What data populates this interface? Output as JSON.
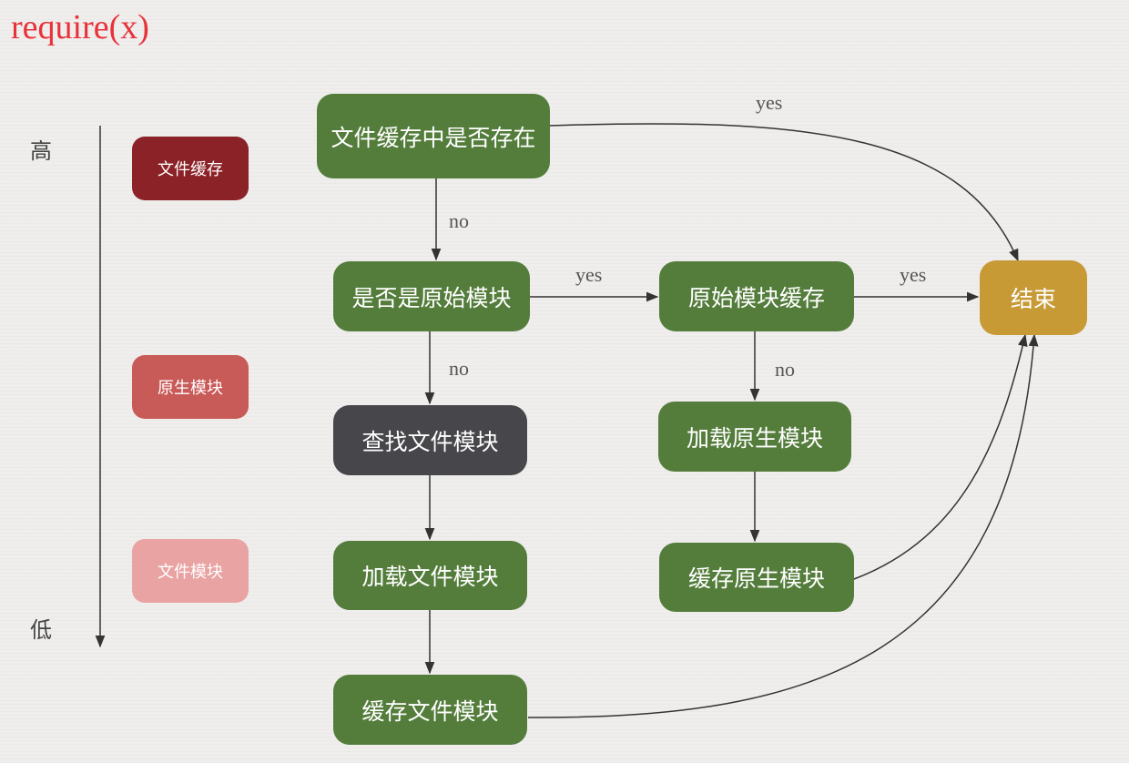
{
  "title": "require(x)",
  "scale": {
    "high": "高",
    "low": "低"
  },
  "legend": [
    {
      "label": "文件缓存",
      "color": "#8b2227"
    },
    {
      "label": "原生模块",
      "color": "#c85a58"
    },
    {
      "label": "文件模块",
      "color": "#e9a3a3"
    }
  ],
  "nodes": {
    "file_cache_exists": "文件缓存中是否存在",
    "is_core_module": "是否是原始模块",
    "core_module_cache": "原始模块缓存",
    "end": "结束",
    "find_file_module": "查找文件模块",
    "load_core_module": "加载原生模块",
    "load_file_module": "加载文件模块",
    "cache_core_module": "缓存原生模块",
    "cache_file_module": "缓存文件模块"
  },
  "edge_labels": {
    "cache_yes": "yes",
    "cache_no": "no",
    "core_yes": "yes",
    "core_no": "no",
    "corecache_yes": "yes",
    "corecache_no": "no"
  },
  "colors": {
    "node_green": "#547d3c",
    "node_dark": "#46464b",
    "node_end": "#c79a36",
    "title_red": "#e8323a"
  }
}
